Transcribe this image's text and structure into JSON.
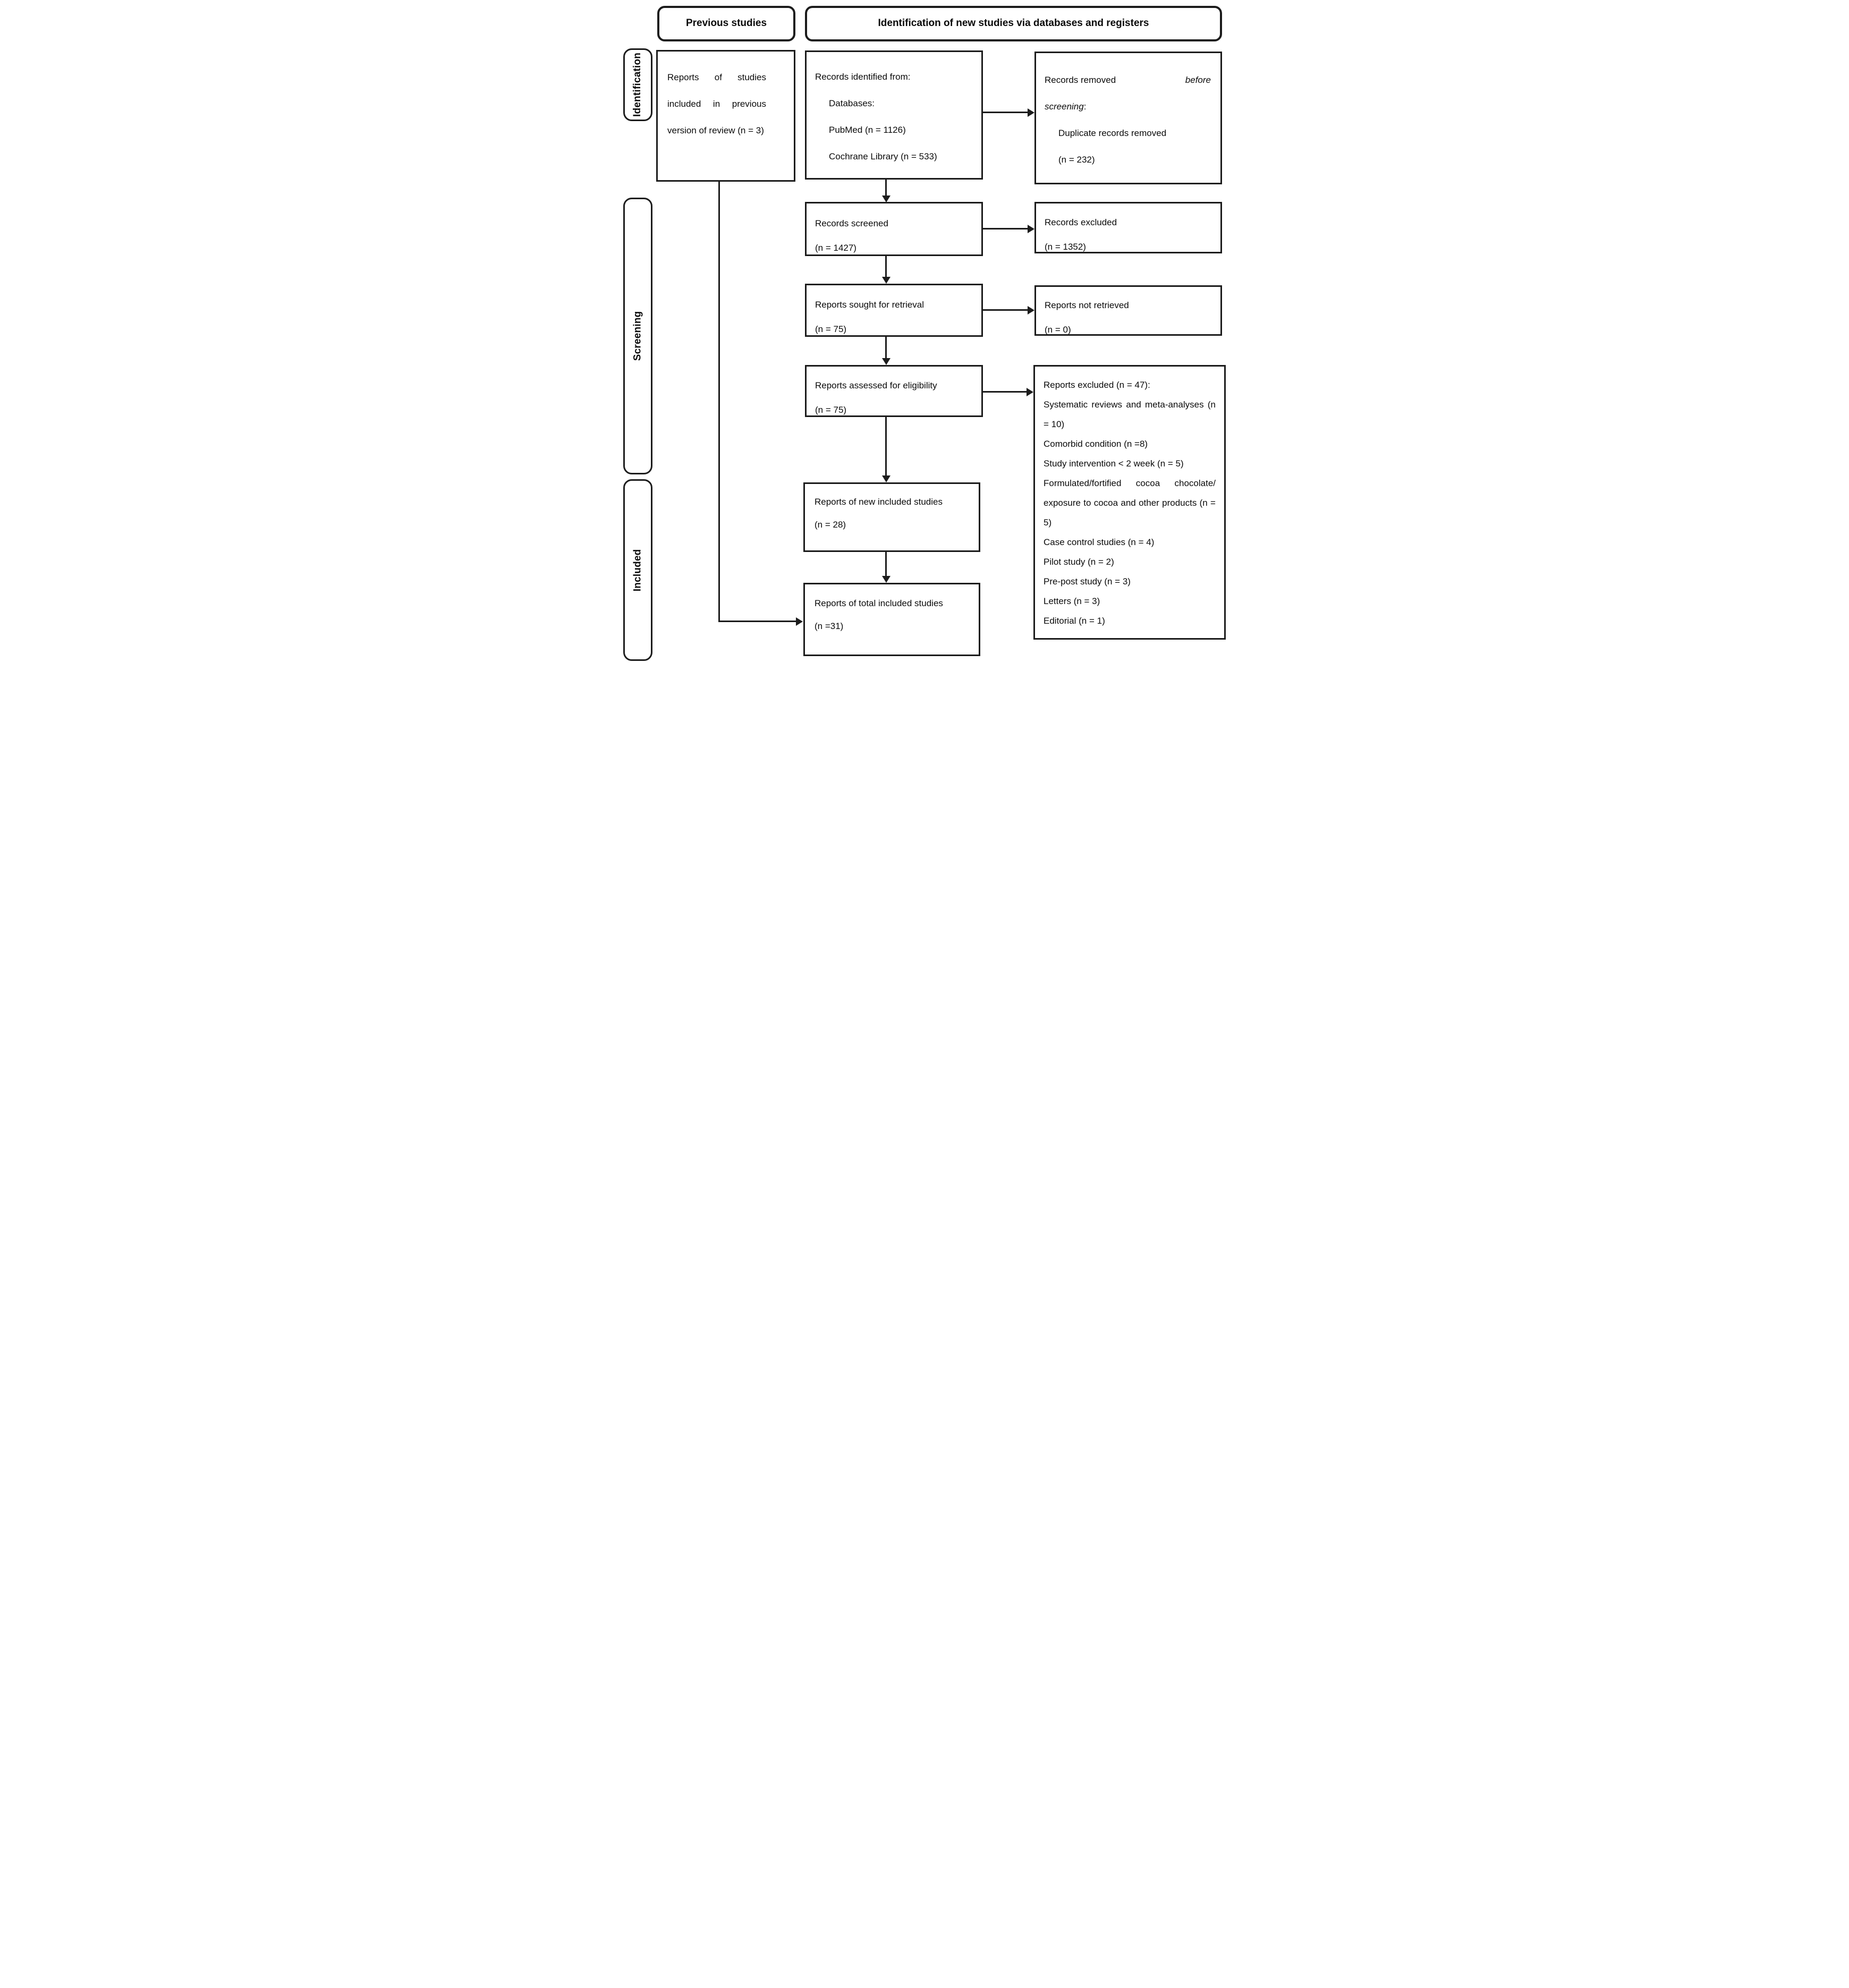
{
  "headers": {
    "previous": "Previous studies",
    "identification": "Identification of new studies via databases and registers"
  },
  "sidebar": {
    "identification": "Identification",
    "screening": "Screening",
    "included": "Included"
  },
  "previous_studies_box": {
    "text": "Reports of studies included in previous version of review (n = 3)"
  },
  "records_identified": {
    "title": "Records identified from:",
    "lines": [
      "Databases:",
      "PubMed (n = 1126)",
      "Cochrane Library (n = 533)"
    ]
  },
  "records_removed": {
    "part1": "Records removed",
    "part2_italic": "before",
    "part3_italic": "screening",
    "part3_suffix": ":",
    "lines": [
      "Duplicate records removed",
      "(n = 232)"
    ]
  },
  "records_screened": {
    "line1": "Records screened",
    "line2": "(n = 1427)"
  },
  "records_excluded": {
    "line1": "Records excluded",
    "line2": "(n = 1352)"
  },
  "reports_sought": {
    "line1": "Reports sought for retrieval",
    "line2": "(n = 75)"
  },
  "reports_not_retrieved": {
    "line1": "Reports not retrieved",
    "line2": "(n = 0)"
  },
  "reports_assessed": {
    "line1": "Reports assessed for eligibility",
    "line2": "(n = 75)"
  },
  "reports_excluded": {
    "title": "Reports excluded (n = 47):",
    "items": [
      "Systematic reviews and meta-analyses (n = 10)",
      "Comorbid condition (n =8)",
      "Study intervention < 2 week (n = 5)",
      "Formulated/fortified cocoa chocolate/ exposure to cocoa and other products (n = 5)",
      "Case control studies (n = 4)",
      "Pilot study (n = 2)",
      "Pre-post study (n = 3)",
      "Letters (n = 3)",
      "Editorial (n = 1)"
    ]
  },
  "new_included": {
    "text": "Reports of new included studies",
    "count": "(n = 28)"
  },
  "total_included": {
    "text": "Reports of total included studies",
    "count": "(n =31)"
  }
}
